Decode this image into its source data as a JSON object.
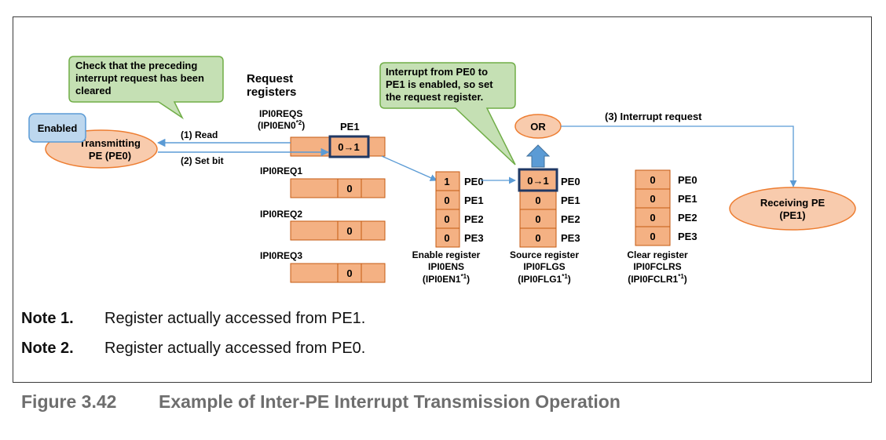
{
  "callouts": {
    "preceding_cleared": [
      "Check that the preceding",
      "interrupt request has been",
      "cleared"
    ],
    "enabled_set": [
      "Interrupt from PE0 to",
      "PE1 is enabled, so set",
      "the request register."
    ]
  },
  "enabled_label": "Enabled",
  "transmitting": [
    "Transmitting",
    "PE (PE0)"
  ],
  "receiving": [
    "Receiving PE",
    "(PE1)"
  ],
  "request_title": [
    "Request",
    "registers"
  ],
  "ipireqs": {
    "name": "IPI0REQS",
    "sub": "(IPI0EN0",
    "sup": "*2",
    "close": ")",
    "col": "PE1",
    "value": "0→1"
  },
  "ipireq_rows": [
    {
      "name": "IPI0REQ1",
      "value": "0"
    },
    {
      "name": "IPI0REQ2",
      "value": "0"
    },
    {
      "name": "IPI0REQ3",
      "value": "0"
    }
  ],
  "arrows": {
    "read": "(1) Read",
    "setbit": "(2) Set bit",
    "interrupt": "(3) Interrupt request"
  },
  "or_label": "OR",
  "enable_reg": {
    "values": [
      "1",
      "0",
      "0",
      "0"
    ],
    "pes": [
      "PE0",
      "PE1",
      "PE2",
      "PE3"
    ],
    "title": "Enable register",
    "name": "IPI0ENS",
    "sub": "(IPI0EN1",
    "sup": "*1",
    "close": ")"
  },
  "source_reg": {
    "values": [
      "0→1",
      "0",
      "0",
      "0"
    ],
    "pes": [
      "PE0",
      "PE1",
      "PE2",
      "PE3"
    ],
    "title": "Source register",
    "name": "IPI0FLGS",
    "sub": "(IPI0FLG1",
    "sup": "*1",
    "close": ")"
  },
  "clear_reg": {
    "values": [
      "0",
      "0",
      "0",
      "0"
    ],
    "pes": [
      "PE0",
      "PE1",
      "PE2",
      "PE3"
    ],
    "title": "Clear register",
    "name": "IPI0FCLRS",
    "sub": "(IPI0FCLR1",
    "sup": "*1",
    "close": ")"
  },
  "notes": [
    {
      "label": "Note 1.",
      "text": "Register actually accessed from PE1."
    },
    {
      "label": "Note 2.",
      "text": "Register actually accessed from PE0."
    }
  ],
  "caption": {
    "number": "Figure 3.42",
    "title": "Example of Inter-PE Interrupt Transmission Operation"
  },
  "colors": {
    "cell_fill": "#f4b183",
    "cell_stroke": "#c55a11",
    "callout_fill": "#c5e0b4",
    "callout_stroke": "#70ad47",
    "pe_fill": "#f8cbad",
    "pe_stroke": "#ed7d31",
    "enabled_fill": "#bdd7ee",
    "enabled_stroke": "#5b9bd5",
    "arrow": "#5b9bd5",
    "highlight": "#1f3864"
  }
}
